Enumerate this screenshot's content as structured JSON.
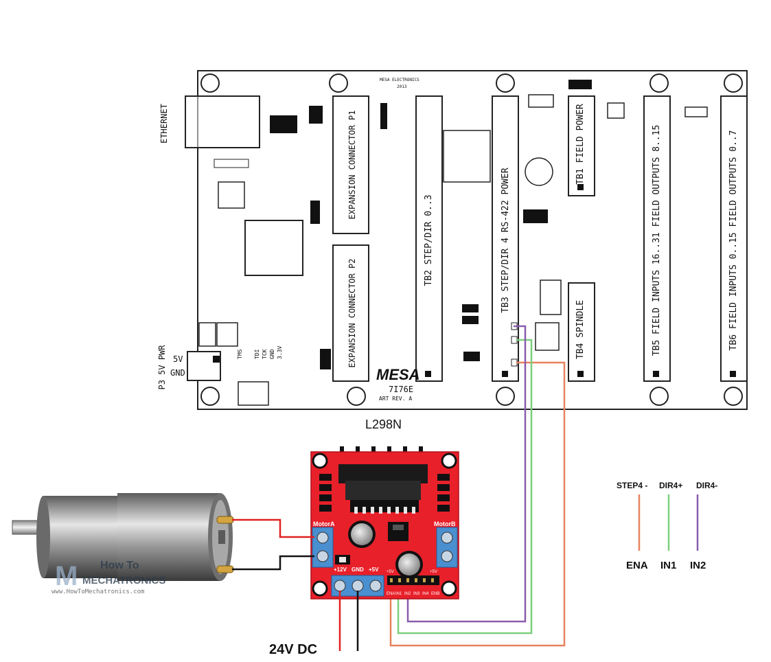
{
  "board": {
    "ethernet": "ETHERNET",
    "maker_top": "MESA ELECTRONICS",
    "year": "2013",
    "p1": "EXPANSION CONNECTOR P1",
    "p2": "EXPANSION CONNECTOR P2",
    "tb2": "TB2 STEP/DIR 0..3",
    "tb3": "TB3 STEP/DIR 4 RS-422 POWER",
    "tb1": "TB1 FIELD POWER",
    "tb4": "TB4 SPINDLE",
    "tb5": "TB5 FIELD INPUTS 16..31 FIELD OUTPUTS 8..15",
    "tb6": "TB6 FIELD INPUTS 0..15 FIELD OUTPUTS 0..7",
    "p3": "P3 5V PWR",
    "p3_5v": "5V",
    "p3_gnd": "GND",
    "jtag_tms": "TMS",
    "jtag_tdi": "TDI",
    "jtag_tck": "TCK",
    "jtag_gnd": "GND",
    "jtag_33": "3.3V",
    "logo": "MESA",
    "model": "7I76E",
    "rev": "ART REV. A"
  },
  "driver": {
    "title": "L298N",
    "motor_a": "MotorA",
    "motor_b": "MotorB",
    "plus12v": "+12V",
    "gnd": "GND",
    "plus5v": "+5V",
    "plus5v_left": "+5V",
    "plus5v_right": "+5V",
    "ena": "ENA",
    "in1": "IN1",
    "in2": "IN2",
    "in3": "IN3",
    "in4": "IN4",
    "enb": "ENB"
  },
  "legend": {
    "step4": "STEP4 -",
    "dir4p": "DIR4+",
    "dir4m": "DIR4-",
    "ena": "ENA",
    "in1": "IN1",
    "in2": "IN2"
  },
  "power": {
    "label": "24V DC"
  },
  "watermark": {
    "line1": "How To",
    "line2": "MECHATRONICS",
    "url": "www.HowToMechatronics.com"
  },
  "colors": {
    "wire_orange": "#e8825f",
    "wire_green": "#7ccf7c",
    "wire_purple": "#8a5cae",
    "wire_red": "#e02020",
    "wire_black": "#111111",
    "board_red": "#e8202a",
    "terminal_blue": "#4a8fd0"
  }
}
